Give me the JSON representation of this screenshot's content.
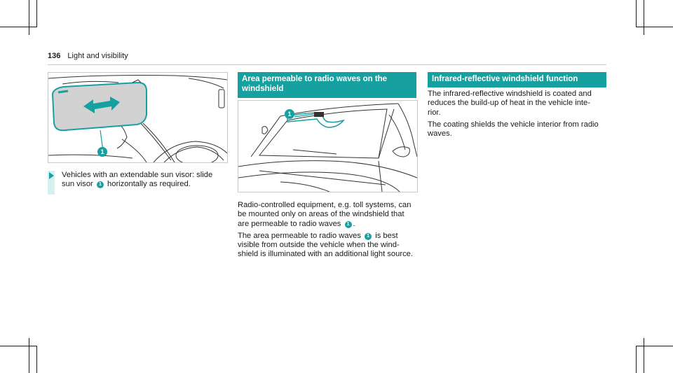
{
  "header": {
    "page_number": "136",
    "section_title": "Light and visibility"
  },
  "left": {
    "instruction_line1": "Vehicles with an extendable sun visor: slide",
    "instruction_pre": "sun visor",
    "instruction_post": "horizontally as required.",
    "callout": "1"
  },
  "middle": {
    "heading": "Area permeable to radio waves on the windshield",
    "p1_pre": "Radio-controlled equipment, e.g. toll systems, can be mounted only on areas of the windshield that are permeable to radio waves",
    "p1_post": ".",
    "p2_pre": "The area permeable to radio waves",
    "p2_post": "is best visible from outside the vehicle when the wind-shield is illuminated with an additional light source.",
    "callout": "1"
  },
  "right": {
    "heading": "Infrared-reflective windshield function",
    "p1": "The infrared-reflective windshield is coated and reduces the build-up of heat in the vehicle inte-rior.",
    "p2": "The coating shields the vehicle interior from radio waves."
  },
  "colors": {
    "accent": "#17a0a0",
    "text": "#1a1a1a",
    "figure_border": "#c9c9c9"
  }
}
